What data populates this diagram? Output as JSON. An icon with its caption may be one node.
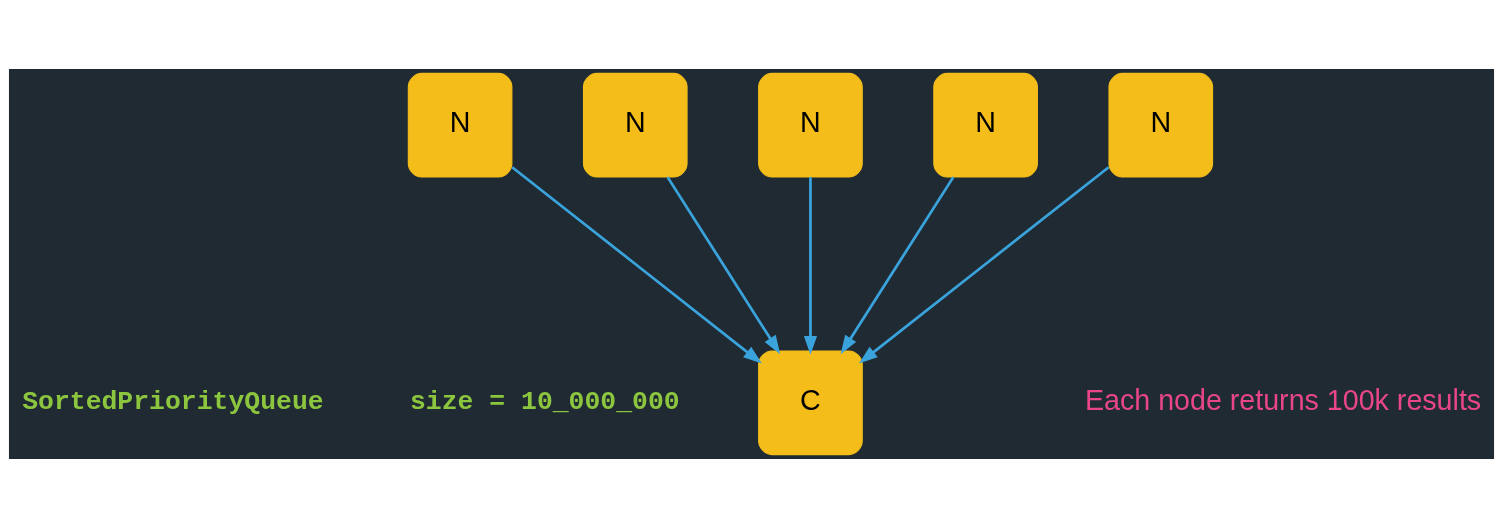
{
  "diagram": {
    "nodes": [
      {
        "text": [
          "N"
        ]
      },
      {
        "text": [
          "N"
        ]
      },
      {
        "text": [
          "N"
        ]
      },
      {
        "text": [
          "N"
        ]
      },
      {
        "text": [
          "N"
        ]
      },
      {
        "text": [
          "C"
        ]
      }
    ],
    "edges": [
      {
        "from": 0,
        "to": 5,
        "arrow": "to"
      },
      {
        "from": 1,
        "to": 5,
        "arrow": "to"
      },
      {
        "from": 2,
        "to": 5,
        "arrow": "to"
      },
      {
        "from": 3,
        "to": 5,
        "arrow": "to"
      },
      {
        "from": 4,
        "to": 5,
        "arrow": "to"
      }
    ],
    "labels": [
      "SortedPriorityQueue",
      "size = 10_000_000",
      "Each node returns 100k results"
    ]
  }
}
